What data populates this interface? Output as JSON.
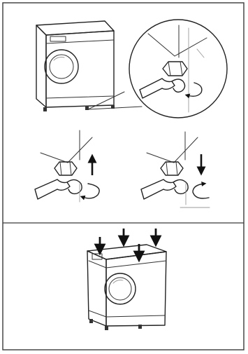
{
  "figure": {
    "panels": [
      {
        "name": "foot-adjustment",
        "steps": [
          {
            "action": "raise",
            "direction": "up",
            "rotation": "clockwise"
          },
          {
            "action": "lower",
            "direction": "down",
            "rotation": "counter-clockwise"
          }
        ]
      },
      {
        "name": "level-check",
        "pressure_arrows": 4,
        "direction": "down"
      }
    ],
    "colors": {
      "frame": "#3a3a3a",
      "ink": "#222222",
      "shade": "#cfcfcf",
      "background": "#ffffff"
    }
  }
}
